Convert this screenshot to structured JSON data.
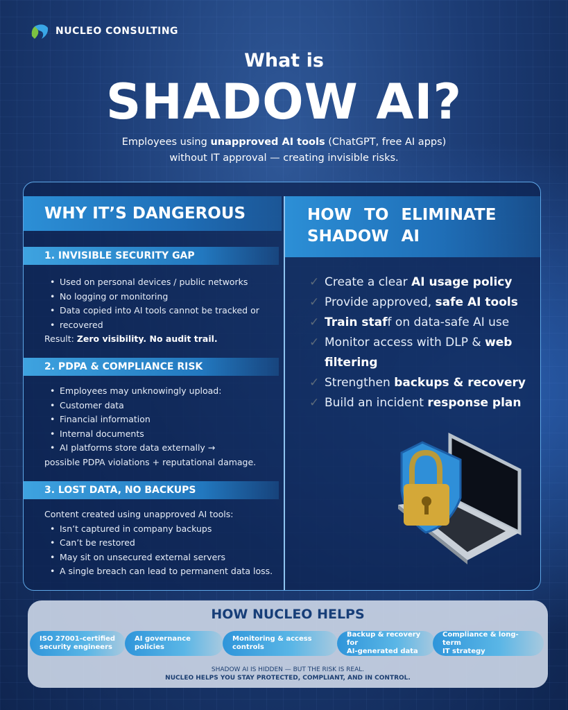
{
  "brand": {
    "name": "NUCLEO CONSULTING"
  },
  "hero": {
    "pre_title": "What is",
    "title": "SHADOW AI?",
    "subtitle_pre": "Employees using ",
    "subtitle_bold": "unapproved AI tools",
    "subtitle_post": " (ChatGPT, free AI apps)",
    "subtitle_line2": "without IT approval — creating invisible risks."
  },
  "left": {
    "heading": "WHY IT’S DANGEROUS",
    "sections": [
      {
        "title": "1. INVISIBLE SECURITY GAP",
        "items": [
          "Used on personal devices / public networks",
          "No logging or monitoring",
          "Data copied into AI tools cannot be tracked or",
          " recovered"
        ],
        "result_label": "Result: ",
        "result_bold": "Zero visibility. No audit trail."
      },
      {
        "title": "2. PDPA & COMPLIANCE RISK",
        "items": [
          "Employees may unknowingly upload:",
          "Customer data",
          "Financial information",
          "Internal documents",
          "AI platforms store data externally →"
        ],
        "tail": "possible PDPA violations + reputational damage."
      },
      {
        "title": "3. LOST DATA, NO BACKUPS",
        "intro": "Content created using unapproved AI tools:",
        "items": [
          "Isn’t captured in company backups",
          "Can’t be restored",
          "May sit on unsecured external servers",
          "A single breach can lead to permanent data loss."
        ]
      }
    ]
  },
  "right": {
    "heading_line1": "HOW TO ELIMINATE",
    "heading_line2": "SHADOW AI",
    "steps": [
      {
        "pre": "Create a clear ",
        "bold": "AI usage policy",
        "post": ""
      },
      {
        "pre": "Provide approved, ",
        "bold": "safe AI tools",
        "post": ""
      },
      {
        "pre": "",
        "bold": "Train staf",
        "post": "f on data-safe AI use"
      },
      {
        "pre": "Monitor access with DLP & ",
        "bold": "web filtering",
        "post": ""
      },
      {
        "pre": "Strengthen ",
        "bold": "backups & recovery",
        "post": ""
      },
      {
        "pre": "Build an incident ",
        "bold": "response plan",
        "post": ""
      }
    ]
  },
  "helps": {
    "title": "HOW NUCLEO HELPS",
    "pills": [
      {
        "l1": "ISO 27001-certified",
        "l2": "security engineers"
      },
      {
        "l1": "AI governance policies",
        "l2": ""
      },
      {
        "l1": "Monitoring & access controls",
        "l2": ""
      },
      {
        "l1": "Backup & recovery for",
        "l2": "AI-generated data"
      },
      {
        "l1": "Compliance & long-term",
        "l2": "IT strategy"
      }
    ],
    "footer_line1": "SHADOW AI IS HIDDEN — BUT THE RISK IS REAL.",
    "footer_line2": "NUCLEO HELPS YOU STAY PROTECTED, COMPLIANT, AND IN CONTROL."
  },
  "colors": {
    "accent": "#2c8fd6",
    "navy": "#173e78",
    "background": "#1b3a72"
  }
}
